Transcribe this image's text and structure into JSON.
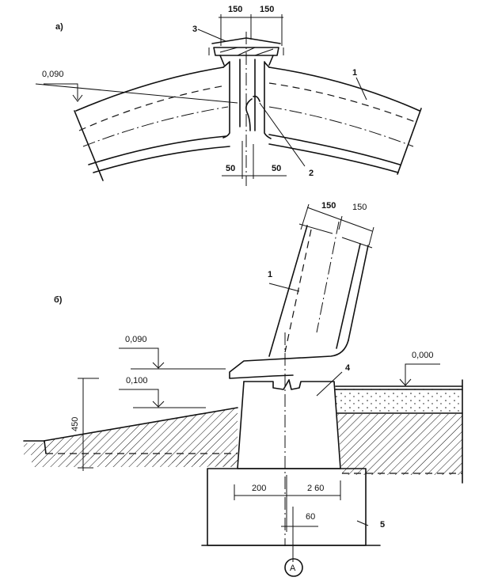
{
  "figure": {
    "part_a": {
      "label": "а)",
      "dim_top_left": "150",
      "dim_top_right": "150",
      "dim_bottom_left": "50",
      "dim_bottom_right": "50",
      "elevation": "0,090",
      "callouts": {
        "arch": "1",
        "joint": "2",
        "hinge_cap": "3"
      }
    },
    "part_b": {
      "label": "б)",
      "dim_top_left": "150",
      "dim_top_right": "150",
      "elevation_1": "0,090",
      "elevation_2": "0,100",
      "elevation_3": "0,000",
      "height_dim": "450",
      "dim_footing_left": "200",
      "dim_footing_right": "2 60",
      "dim_offset": "60",
      "axis_marker": "А",
      "callouts": {
        "arch": "1",
        "support": "4",
        "footing": "5"
      }
    }
  }
}
